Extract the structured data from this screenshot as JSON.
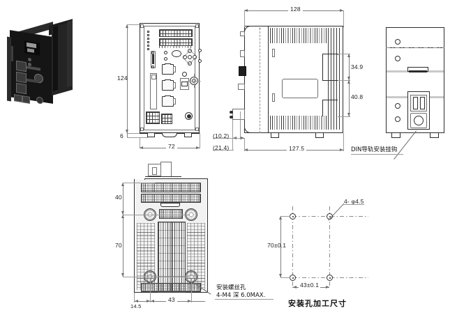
{
  "drawing": {
    "title": "Dimensional drawing",
    "units": "mm",
    "views": {
      "photo": {
        "name": "product-photo",
        "alt": "Black industrial controller unit"
      },
      "front": {
        "name": "front-view"
      },
      "side": {
        "name": "side-view"
      },
      "right": {
        "name": "right-side-view"
      },
      "rear": {
        "name": "rear-view"
      },
      "panel_cutout": {
        "name": "mounting-hole-layout"
      }
    }
  },
  "dimensions": {
    "front_height": "124",
    "front_foot": "6",
    "front_width": "72",
    "side_top_width": "128",
    "side_bottom_width": "127.5",
    "side_offset_a": "(10.2)",
    "side_offset_b": "(21.4)",
    "side_upper_height": "34.9",
    "side_lower_height": "40.8",
    "rear_top_height": "40",
    "rear_mid_height": "70",
    "rear_edge_offset": "14.5",
    "rear_hole_pitch": "43",
    "cutout_vertical": "70±0.1",
    "cutout_horizontal": "43±0.1",
    "cutout_hole_spec": "4- φ4.5"
  },
  "labels": {
    "din_rail": "DIN导轨安装挂钩",
    "screw_hole_line1": "安装螺丝孔",
    "screw_hole_line2": "4-M4 深 6.0MAX.",
    "cutout_caption": "安装孔加工尺寸"
  },
  "colors": {
    "line": "#2b2b2b",
    "dim_line": "#6d6d6d",
    "background": "#ffffff",
    "product_body": "#121212",
    "fill_light": "#f2f2f2"
  }
}
